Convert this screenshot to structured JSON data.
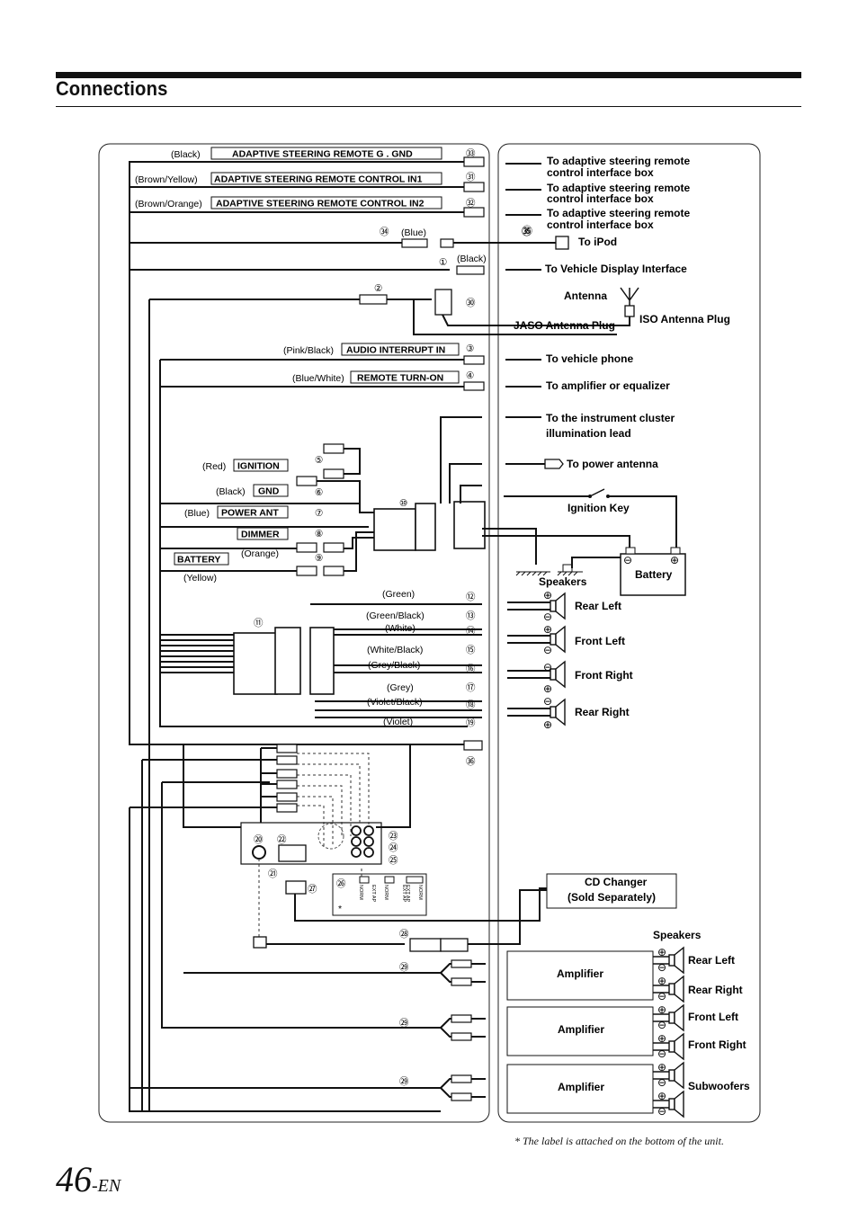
{
  "title": "Connections",
  "footnote": "*  The label is attached on the bottom of the unit.",
  "page_number": "46",
  "page_suffix": "-EN",
  "left_wires": [
    {
      "num": "㉝",
      "color": "(Black)",
      "label": "ADAPTIVE STEERING REMOTE G . GND"
    },
    {
      "num": "㉛",
      "color": "(Brown/Yellow)",
      "label": "ADAPTIVE STEERING REMOTE CONTROL IN1"
    },
    {
      "num": "㉜",
      "color": "(Brown/Orange)",
      "label": "ADAPTIVE STEERING REMOTE CONTROL IN2"
    }
  ],
  "num34": "㉞",
  "blue": "(Blue)",
  "num35": "㉟",
  "num1": "①",
  "black1": "(Black)",
  "num2": "②",
  "num30": "㉚",
  "num3": "③",
  "pinkblack": "(Pink/Black)",
  "audio_interrupt": "AUDIO INTERRUPT IN",
  "num4": "④",
  "bluewhite": "(Blue/White)",
  "remote_turn_on": "REMOTE TURN-ON",
  "num5": "⑤",
  "red": "(Red)",
  "ignition": "IGNITION",
  "num6": "⑥",
  "black2": "(Black)",
  "gnd": "GND",
  "num7": "⑦",
  "blue2": "(Blue)",
  "power_ant": "POWER ANT",
  "num8": "⑧",
  "dimmer": "DIMMER",
  "orange": "(Orange)",
  "num9": "⑨",
  "battery_label": "BATTERY",
  "yellow": "(Yellow)",
  "num10": "⑩",
  "num11": "⑪",
  "speaker_wires": [
    {
      "num": "⑫",
      "color": "(Green)"
    },
    {
      "num": "⑬",
      "color": "(Green/Black)"
    },
    {
      "num": "⑭",
      "color": "(White)"
    },
    {
      "num": "⑮",
      "color": "(White/Black)"
    },
    {
      "num": "⑯",
      "color": "(Grey/Black)"
    },
    {
      "num": "⑰",
      "color": "(Grey)"
    },
    {
      "num": "⑱",
      "color": "(Violet/Black)"
    },
    {
      "num": "⑲",
      "color": "(Violet)"
    }
  ],
  "num36": "㊱",
  "num20": "⑳",
  "num21": "㉑",
  "num22": "㉒",
  "num23": "㉓",
  "num24": "㉔",
  "num25": "㉕",
  "num26": "㉖",
  "num27": "㉗",
  "num28": "㉘",
  "num29": "㉙",
  "asterisk": "*",
  "switch_labels": [
    "NORM",
    "EXT AP",
    "NORM",
    "EXT AP",
    "EXT AP",
    "NORM"
  ],
  "right": {
    "adaptive1": [
      "To adaptive steering remote",
      "control interface box"
    ],
    "adaptive2": [
      "To adaptive steering remote",
      "control interface box"
    ],
    "adaptive3": [
      "To adaptive steering remote",
      "control interface box"
    ],
    "ipod": "To iPod",
    "vdi": "To Vehicle Display Interface",
    "antenna": "Antenna",
    "iso": "ISO Antenna Plug",
    "jaso": "JASO Antenna Plug",
    "phone": "To vehicle phone",
    "amp_eq": "To amplifier or equalizer",
    "cluster": [
      "To the instrument cluster",
      "illumination lead"
    ],
    "power_antenna": "To power antenna",
    "ignition_key": "Ignition Key",
    "battery": "Battery",
    "speakers": "Speakers",
    "rear_left": "Rear Left",
    "front_left": "Front Left",
    "front_right": "Front Right",
    "rear_right": "Rear Right",
    "cd_changer": [
      "CD Changer",
      "(Sold Separately)"
    ],
    "speakers2": "Speakers",
    "amplifier": "Amplifier",
    "amp_rear_left": "Rear Left",
    "amp_rear_right": "Rear Right",
    "amp_front_left": "Front Left",
    "amp_front_right": "Front Right",
    "subwoofers": "Subwoofers",
    "plus": "⊕",
    "minus": "⊖"
  }
}
